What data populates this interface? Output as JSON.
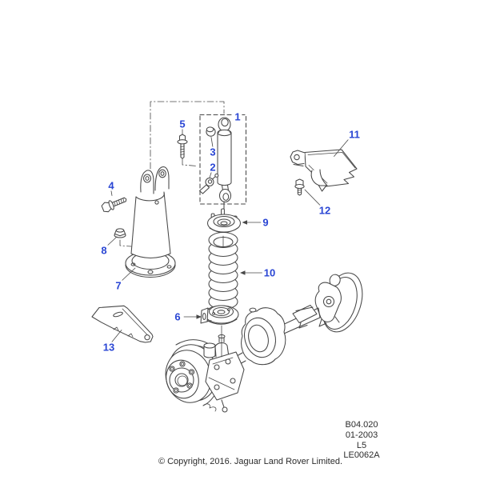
{
  "colors": {
    "callout": "#2a46d4",
    "line": "#474747",
    "text": "#2b2b2b",
    "background": "#ffffff"
  },
  "diagram": {
    "callouts": [
      "1",
      "2",
      "3",
      "4",
      "5",
      "6",
      "7",
      "8",
      "9",
      "10",
      "11",
      "12",
      "13"
    ]
  },
  "plate": {
    "section_code": "B04.020",
    "date_code": "01-2003",
    "model_code": "L5",
    "drawing_code": "LE0062A"
  },
  "footer": {
    "copyright": "© Copyright, 2016. Jaguar Land Rover Limited."
  }
}
